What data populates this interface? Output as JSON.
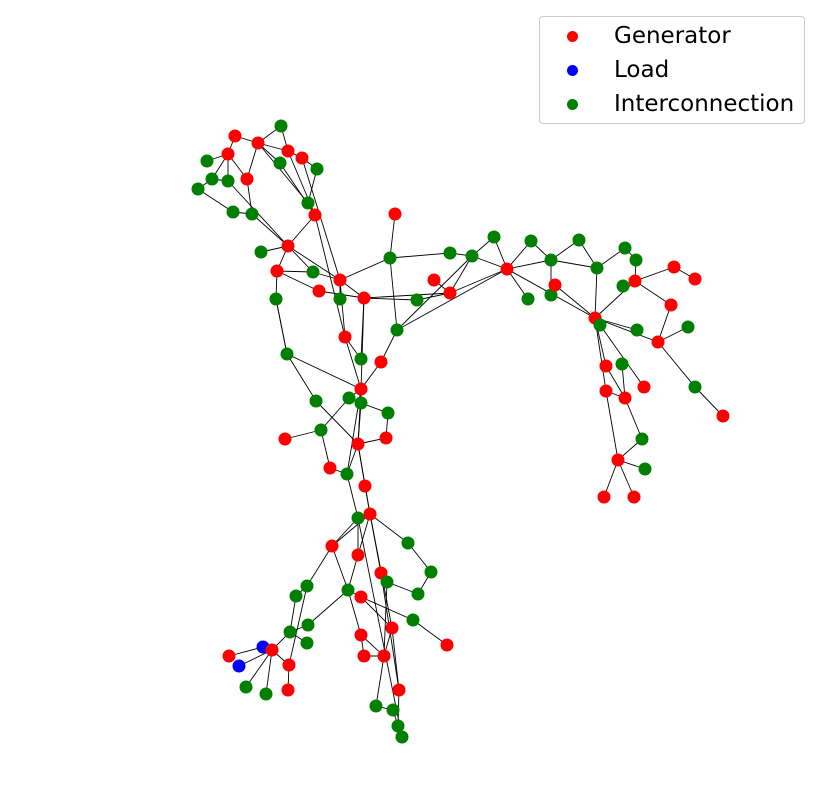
{
  "legend": {
    "entries": [
      {
        "key": "generator",
        "label": "Generator",
        "color": "#ff0000"
      },
      {
        "key": "load",
        "label": "Load",
        "color": "#0000ff"
      },
      {
        "key": "interconnection",
        "label": "Interconnection",
        "color": "#008000"
      }
    ]
  },
  "graph": {
    "node_colors": {
      "generator": "#ff0000",
      "load": "#0000ff",
      "interconnection": "#008000"
    },
    "edge_color": "#000000"
  }
}
